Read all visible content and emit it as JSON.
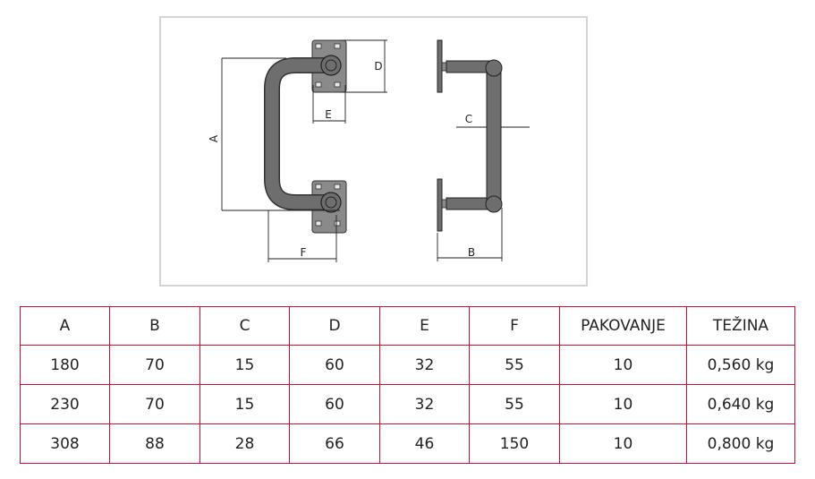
{
  "drawing": {
    "labels": {
      "a": "A",
      "b": "B",
      "c": "C",
      "d": "D",
      "e": "E",
      "f": "F"
    },
    "colors": {
      "steel": "#6e6e6e",
      "plate": "#8a8a8a",
      "line": "#222222",
      "frame": "#d4d4d4"
    }
  },
  "table": {
    "border_color": "#c8102e",
    "headers": [
      "A",
      "B",
      "C",
      "D",
      "E",
      "F",
      "PAKOVANJE",
      "TEŽINA"
    ],
    "rows": [
      [
        "180",
        "70",
        "15",
        "60",
        "32",
        "55",
        "10",
        "0,560 kg"
      ],
      [
        "230",
        "70",
        "15",
        "60",
        "32",
        "55",
        "10",
        "0,640 kg"
      ],
      [
        "308",
        "88",
        "28",
        "66",
        "46",
        "150",
        "10",
        "0,800 kg"
      ]
    ]
  }
}
